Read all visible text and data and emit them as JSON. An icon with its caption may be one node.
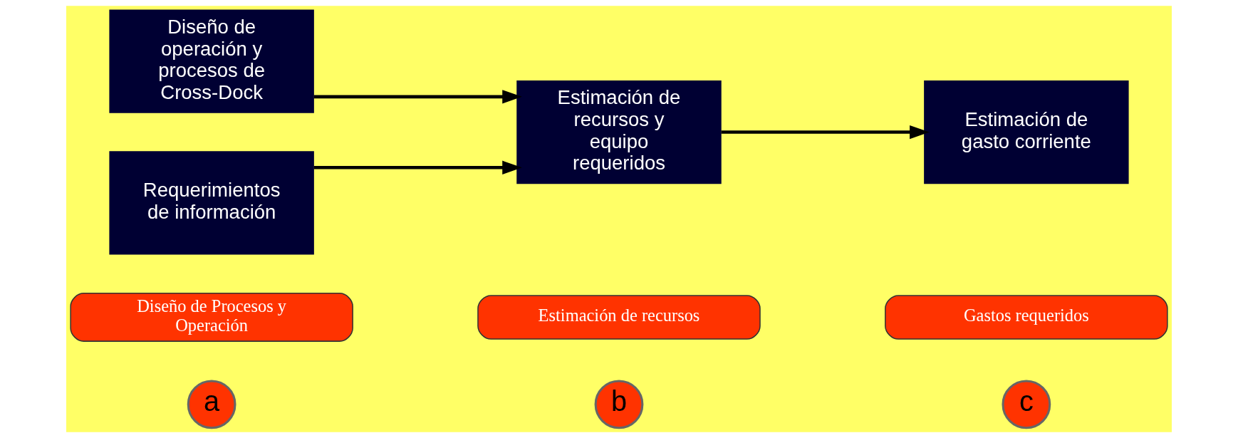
{
  "diagram": {
    "nodes": [
      {
        "text": [
          "a"
        ]
      },
      {
        "text": [
          "Diseño de Procesos y Operación"
        ]
      },
      {
        "text": [
          "b"
        ]
      },
      {
        "text": [
          "Estimación de recursos"
        ]
      },
      {
        "text": [
          "c"
        ]
      },
      {
        "text": [
          "Gastos requeridos"
        ]
      },
      {
        "text": [
          "Diseño de operación y procesos de Cross-Dock"
        ]
      },
      {
        "text": [
          "Estimación de recursos y equipo requeridos"
        ]
      },
      {
        "text": [
          "Estimación de gasto corriente"
        ]
      },
      {
        "text": [
          "Requerimientos de información"
        ]
      }
    ],
    "edges": [
      {
        "from": 6,
        "to": 7,
        "arrow": "to"
      },
      {
        "from": 9,
        "to": 7,
        "arrow": "to"
      },
      {
        "from": 7,
        "to": 8,
        "arrow": "to"
      }
    ]
  }
}
